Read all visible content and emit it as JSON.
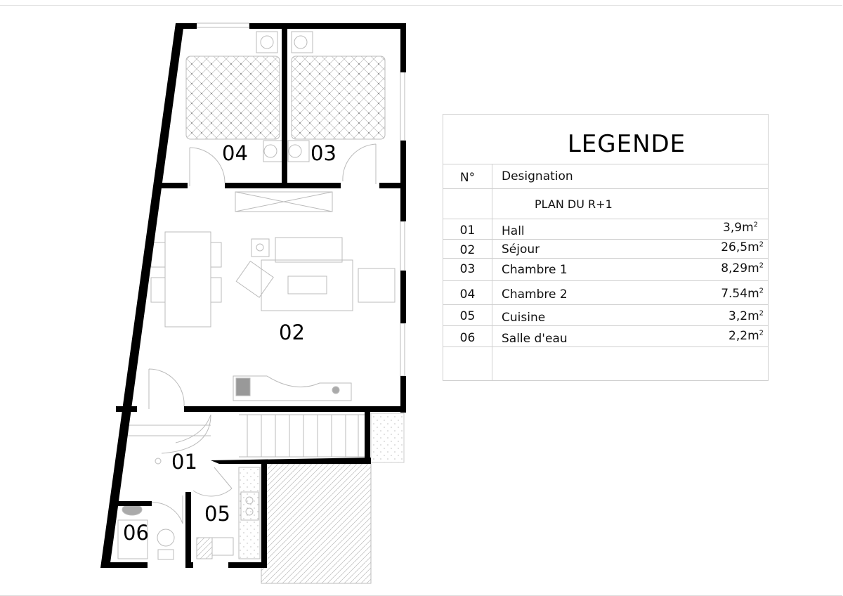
{
  "plan": {
    "rooms": [
      {
        "id": "04"
      },
      {
        "id": "03"
      },
      {
        "id": "02"
      },
      {
        "id": "01"
      },
      {
        "id": "05"
      },
      {
        "id": "06"
      }
    ]
  },
  "legend": {
    "title": "LEGENDE",
    "header_num": "N°",
    "header_designation": "Designation",
    "section": "PLAN DU R+1",
    "unit": "m",
    "unit_exp": "2",
    "rows": [
      {
        "num": "01",
        "name": "Hall",
        "area": "3,9"
      },
      {
        "num": "02",
        "name": "Séjour",
        "area": "26,5"
      },
      {
        "num": "03",
        "name": "Chambre 1",
        "area": "8,29"
      },
      {
        "num": "04",
        "name": "Chambre 2",
        "area": "7.54"
      },
      {
        "num": "05",
        "name": "Cuisine",
        "area": "3,2"
      },
      {
        "num": "06",
        "name": "Salle d'eau",
        "area": "2,2"
      }
    ]
  }
}
